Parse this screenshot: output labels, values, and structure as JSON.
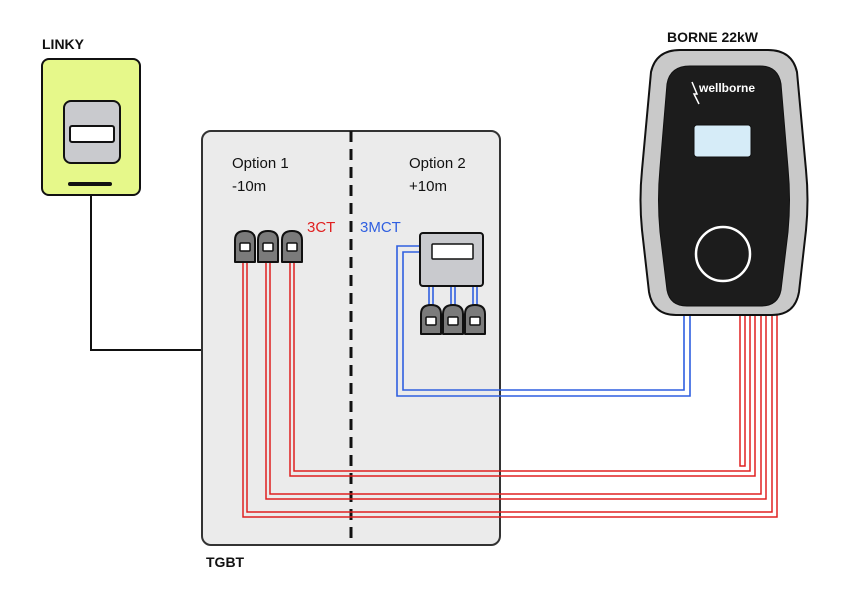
{
  "labels": {
    "linky": "LINKY",
    "borne": "BORNE 22kW",
    "brand": "wellborne",
    "tgbt": "TGBT",
    "option1_title": "Option 1",
    "option1_sub": "-10m",
    "option2_title": "Option 2",
    "option2_sub": "+10m",
    "ct3": "3CT",
    "mct3": "3MCT"
  },
  "colors": {
    "linky_fill": "#e6f88a",
    "panel_fill": "#ebebeb",
    "red_wire": "#e02020",
    "blue_wire": "#2f5fe0",
    "ct3_text": "#e02020",
    "mct3_text": "#2f5fe0",
    "charger_body": "#c9c9c9",
    "charger_face": "#1c1c1c",
    "charger_screen": "#d6ecf8"
  },
  "icons": [
    "linky-meter-icon",
    "current-clamp-icon",
    "modular-meter-icon",
    "wellborne-charger-icon"
  ]
}
